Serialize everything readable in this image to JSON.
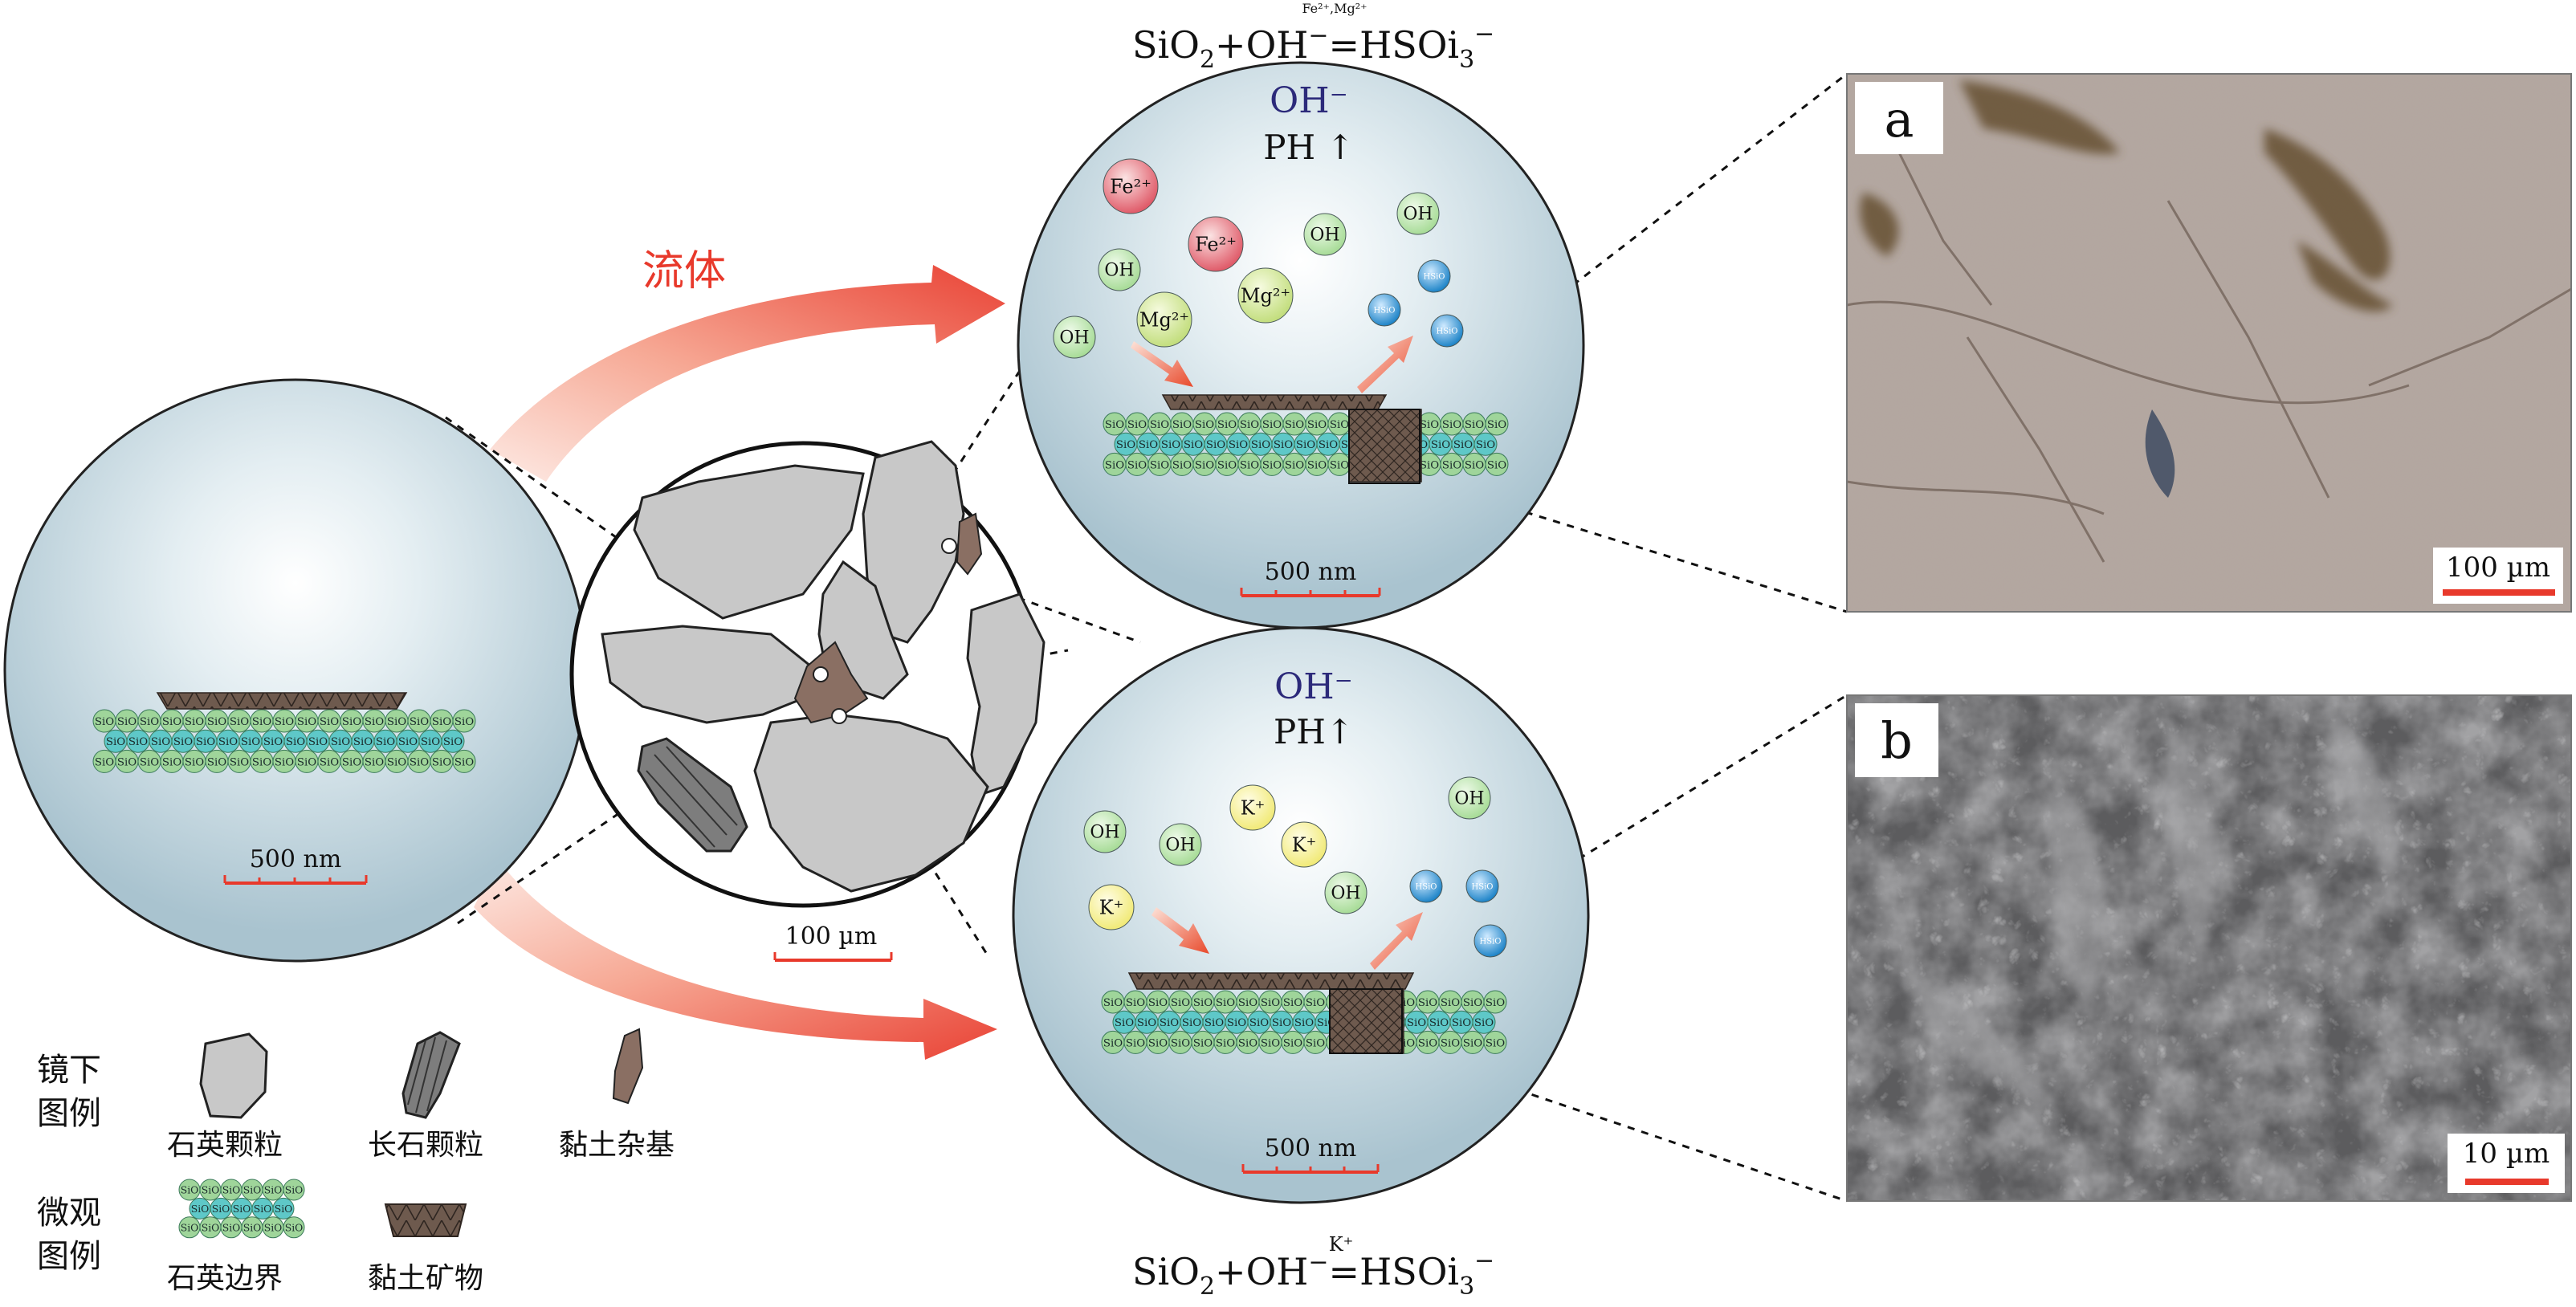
{
  "fluid_label": "流体",
  "scale_bars": {
    "left_sphere": "500 nm",
    "thin_section": "100 µm",
    "top_sphere": "500 nm",
    "bottom_sphere": "500 nm",
    "photo_a": "100 µm",
    "photo_b": "10 µm"
  },
  "equations": {
    "top": {
      "base": "SiO",
      "sub1": "2",
      "mid": "+OH",
      "sup_minus": "−",
      "eq": "=HSOi",
      "sub2": "3",
      "sup2": "−",
      "catalyst": "Fe²⁺,Mg²⁺"
    },
    "bottom": {
      "base": "SiO",
      "sub1": "2",
      "mid": "+OH",
      "sup_minus": "−",
      "eq": "=HSOi",
      "sub2": "3",
      "sup2": "−",
      "catalyst": "K⁺"
    }
  },
  "top_sphere": {
    "oh_label": "OH⁻",
    "ph_label": "PH ↑",
    "ions": [
      "Fe²⁺",
      "Fe²⁺",
      "Mg²⁺",
      "Mg²⁺",
      "OH",
      "OH",
      "OH",
      "OH",
      "HSiO",
      "HSiO",
      "HSiO"
    ]
  },
  "bottom_sphere": {
    "oh_label": "OH⁻",
    "ph_label": "PH↑",
    "ions": [
      "K⁺",
      "K⁺",
      "K⁺",
      "OH",
      "OH",
      "OH",
      "OH",
      "HSiO",
      "HSiO",
      "HSiO"
    ]
  },
  "grain_label": "SiO",
  "photo_labels": {
    "a": "a",
    "b": "b"
  },
  "legend": {
    "mirror_title_1": "镜下",
    "mirror_title_2": "图例",
    "micro_title_1": "微观",
    "micro_title_2": "图例",
    "quartz_grain": "石英颗粒",
    "feldspar_grain": "长石颗粒",
    "clay_matrix": "黏土杂基",
    "quartz_boundary": "石英边界",
    "clay_mineral": "黏土矿物"
  },
  "colors": {
    "arrow_red": "#e8392b",
    "fluid_text": "#e8392b",
    "oh_blue": "#2c2a7a",
    "quartz_green": "#9fd59a",
    "quartz_teal": "#5ec8c8",
    "clay_brown": "#6e5a4e",
    "grain_grey": "#c8c8c8"
  }
}
